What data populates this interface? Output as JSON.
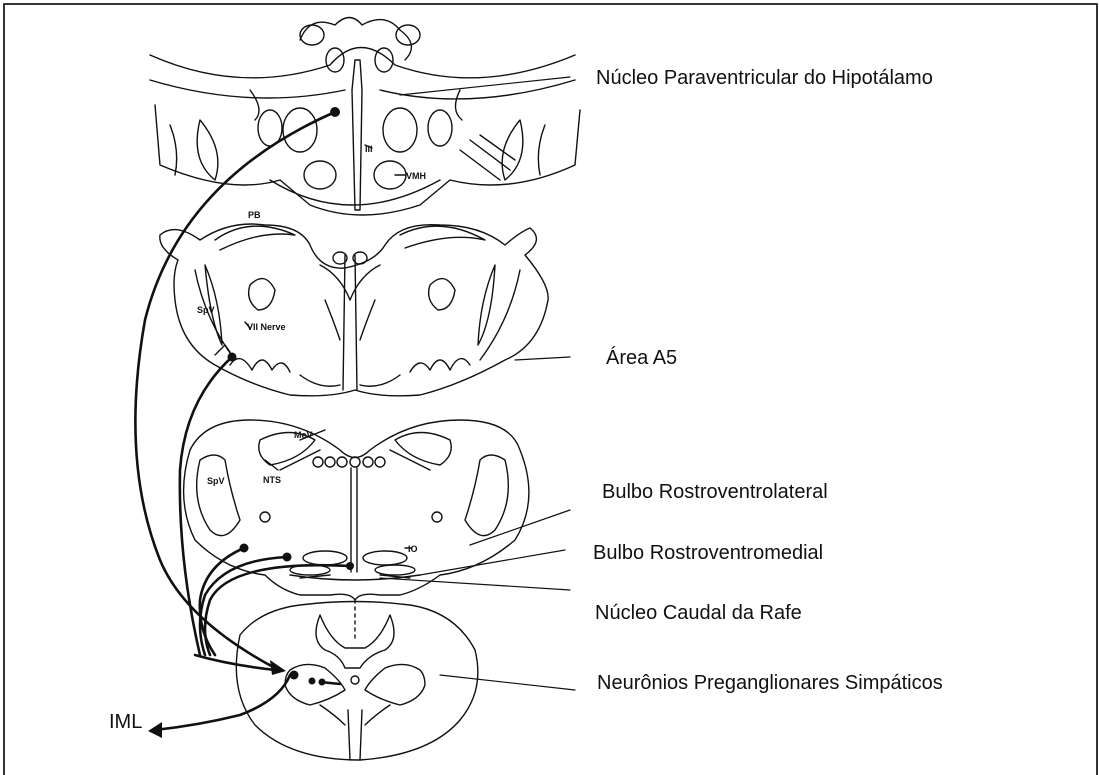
{
  "labels": {
    "paraventricular": "Núcleo Paraventricular do Hipotálamo",
    "a5": "Área A5",
    "rvl": "Bulbo Rostroventrolateral",
    "rvm": "Bulbo Rostroventromedial",
    "raphe": "Núcleo Caudal da Rafe",
    "preganglionic": "Neurônios Preganglionares Simpáticos",
    "iml": "IML"
  },
  "section_labels": {
    "III": "III",
    "VMH": "VMH",
    "PB": "PB",
    "SpV_pons": "SpV",
    "VII": "VII Nerve",
    "MeV": "MeV",
    "SpV_med": "SpV",
    "NTS": "NTS",
    "IO": "IO"
  },
  "colors": {
    "line": "#111111",
    "frame": "#333333"
  }
}
